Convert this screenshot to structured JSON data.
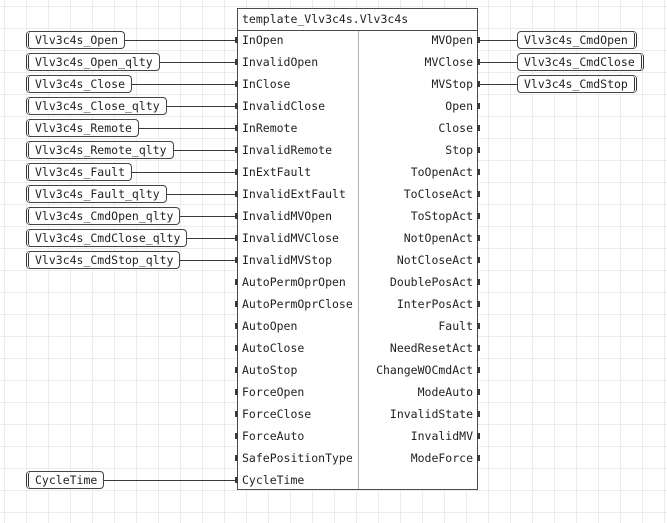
{
  "block": {
    "title": "template_Vlv3c4s.Vlv3c4s",
    "inputs": [
      "InOpen",
      "InvalidOpen",
      "InClose",
      "InvalidClose",
      "InRemote",
      "InvalidRemote",
      "InExtFault",
      "InvalidExtFault",
      "InvalidMVOpen",
      "InvalidMVClose",
      "InvalidMVStop",
      "AutoPermOprOpen",
      "AutoPermOprClose",
      "AutoOpen",
      "AutoClose",
      "AutoStop",
      "ForceOpen",
      "ForceClose",
      "ForceAuto",
      "SafePositionType",
      "CycleTime"
    ],
    "outputs": [
      "MVOpen",
      "MVClose",
      "MVStop",
      "Open",
      "Close",
      "Stop",
      "ToOpenAct",
      "ToCloseAct",
      "ToStopAct",
      "NotOpenAct",
      "NotCloseAct",
      "DoublePosAct",
      "InterPosAct",
      "Fault",
      "NeedResetAct",
      "ChangeWOCmdAct",
      "ModeAuto",
      "InvalidState",
      "InvalidMV",
      "ModeForce"
    ]
  },
  "input_vars": [
    {
      "label": "Vlv3c4s_Open",
      "port": "InOpen"
    },
    {
      "label": "Vlv3c4s_Open_qlty",
      "port": "InvalidOpen"
    },
    {
      "label": "Vlv3c4s_Close",
      "port": "InClose"
    },
    {
      "label": "Vlv3c4s_Close_qlty",
      "port": "InvalidClose"
    },
    {
      "label": "Vlv3c4s_Remote",
      "port": "InRemote"
    },
    {
      "label": "Vlv3c4s_Remote_qlty",
      "port": "InvalidRemote"
    },
    {
      "label": "Vlv3c4s_Fault",
      "port": "InExtFault"
    },
    {
      "label": "Vlv3c4s_Fault_qlty",
      "port": "InvalidExtFault"
    },
    {
      "label": "Vlv3c4s_CmdOpen_qlty",
      "port": "InvalidMVOpen"
    },
    {
      "label": "Vlv3c4s_CmdClose_qlty",
      "port": "InvalidMVClose"
    },
    {
      "label": "Vlv3c4s_CmdStop_qlty",
      "port": "InvalidMVStop"
    },
    {
      "label": "CycleTime",
      "port": "CycleTime"
    }
  ],
  "output_vars": [
    {
      "label": "Vlv3c4s_CmdOpen",
      "port": "MVOpen"
    },
    {
      "label": "Vlv3c4s_CmdClose",
      "port": "MVClose"
    },
    {
      "label": "Vlv3c4s_CmdStop",
      "port": "MVStop"
    }
  ]
}
